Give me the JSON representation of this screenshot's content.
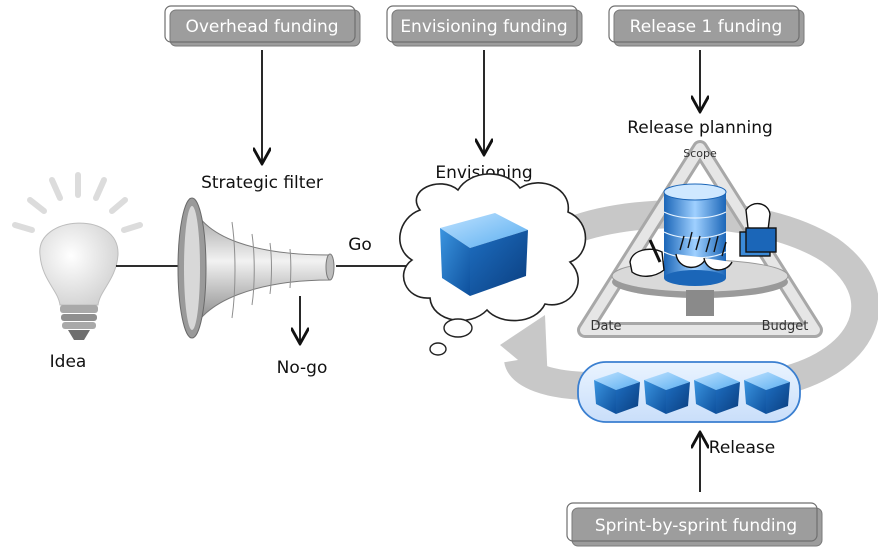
{
  "funding": {
    "overhead": "Overhead funding",
    "envisioning": "Envisioning funding",
    "release1": "Release 1 funding",
    "sprint": "Sprint-by-sprint funding"
  },
  "labels": {
    "strategic_filter": "Strategic filter",
    "envisioning": "Envisioning",
    "release_planning": "Release planning",
    "idea": "Idea",
    "go": "Go",
    "no_go": "No-go",
    "release": "Release",
    "scope": "Scope",
    "date": "Date",
    "budget": "Budget"
  },
  "colors": {
    "tag_fill": "#9d9d9d",
    "cycle_gray": "#c8c8c8",
    "cube_blue": "#1f78c8",
    "bulb": "#e8e8e8"
  }
}
